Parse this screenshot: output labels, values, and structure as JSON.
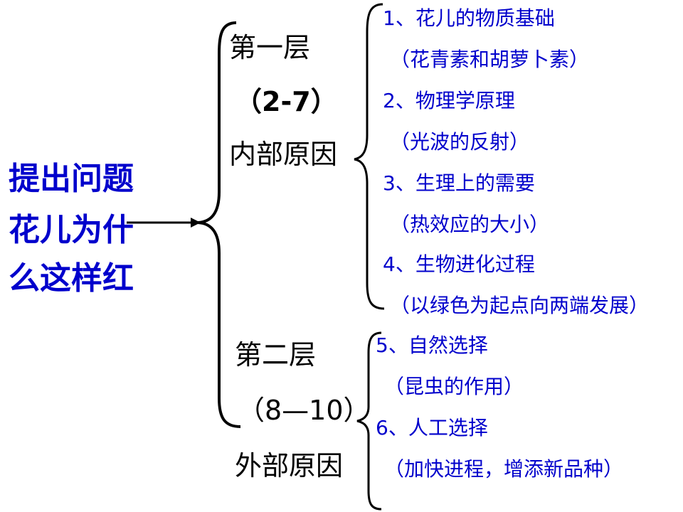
{
  "root": {
    "lines": [
      "提出问题",
      "花儿为什",
      "么这样红"
    ]
  },
  "branches": [
    {
      "title": "第一层",
      "range": "（2-7）",
      "subtitle": "内部原因",
      "items": [
        "1、花儿的物质基础",
        "（花青素和胡萝卜素）",
        "2、物理学原理",
        "（光波的反射）",
        "3、生理上的需要",
        "（热效应的大小）",
        "4、生物进化过程",
        "（以绿色为起点向两端发展）"
      ]
    },
    {
      "title": "第二层",
      "range": "（8—10）",
      "subtitle": "外部原因",
      "items": [
        "5、自然选择",
        "（昆虫的作用）",
        "6、人工选择",
        "（加快进程，增添新品种）"
      ]
    }
  ],
  "colors": {
    "root_text": "#0000cc",
    "level_text": "#000000",
    "leaf_text": "#0000cc",
    "lines": "#000000"
  }
}
